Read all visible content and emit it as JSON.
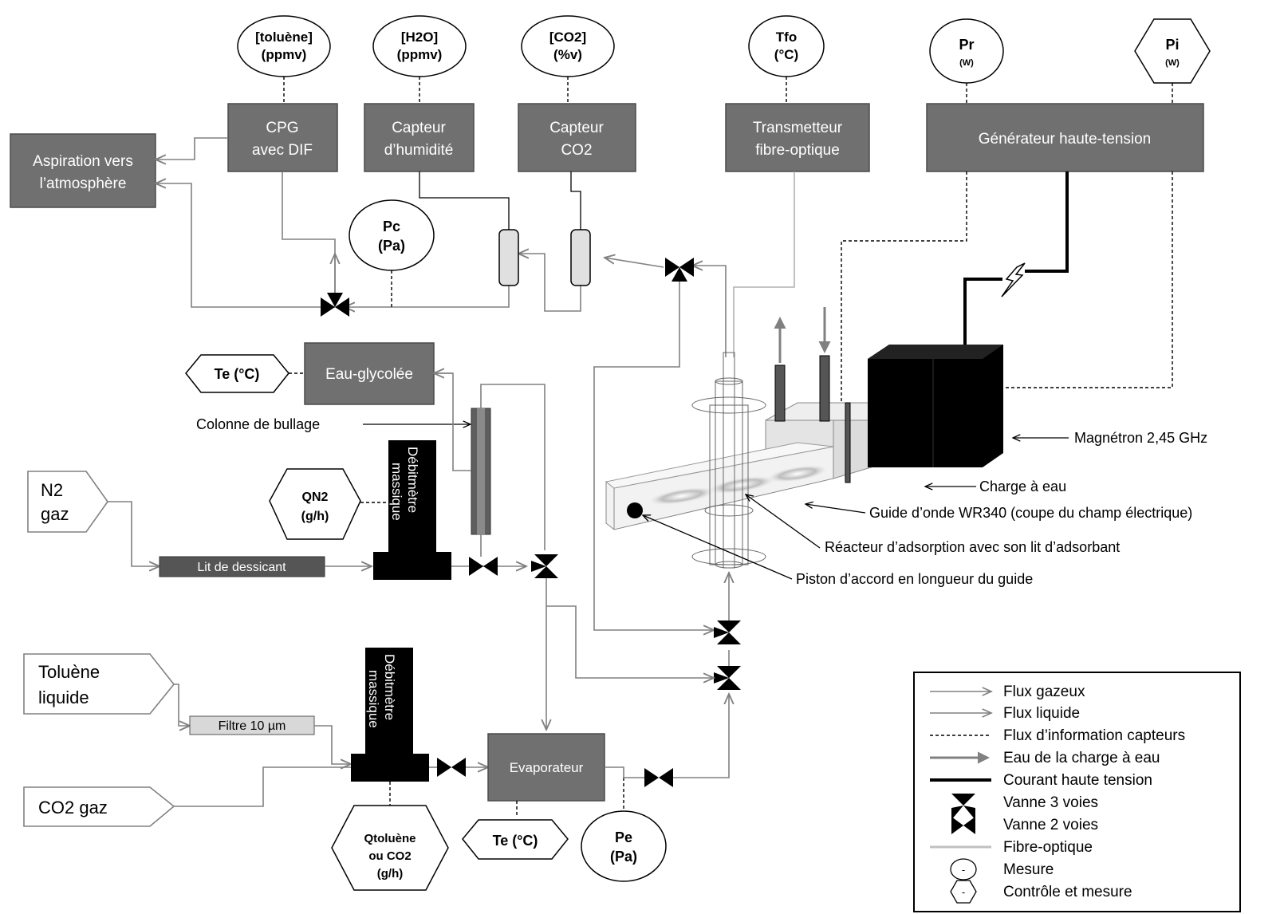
{
  "measures": {
    "toluene": "[toluène]",
    "toluene_unit": "(ppmv)",
    "h2o": "[H2O]",
    "h2o_unit": "(ppmv)",
    "co2": "[CO2]",
    "co2_unit": "(%v)",
    "tfo": "Tfo",
    "tfo_unit": "(°C)",
    "pr": "Pr",
    "pr_unit": "(W)",
    "pi": "Pi",
    "pi_unit": "(W)",
    "pc": "Pc",
    "pc_unit": "(Pa)",
    "te_top": "Te (°C)",
    "qn2": "QN2",
    "qn2_unit": "(g/h)",
    "qtol_1": "Qtoluène",
    "qtol_2": "ou CO2",
    "qtol_3": "(g/h)",
    "te_bottom": "Te (°C)",
    "pe": "Pe",
    "pe_unit": "(Pa)"
  },
  "boxes": {
    "cpg_1": "CPG",
    "cpg_2": "avec DIF",
    "hum_1": "Capteur",
    "hum_2": "d’humidité",
    "co2_1": "Capteur",
    "co2_2": "CO2",
    "trans_1": "Transmetteur",
    "trans_2": "fibre-optique",
    "gen": "Générateur haute-tension",
    "asp_1": "Aspiration vers",
    "asp_2": "l’atmosphère",
    "glycol": "Eau-glycolée",
    "evap": "Evaporateur",
    "deb_1": "Débitmètre",
    "deb_2": "massique",
    "desiccant": "Lit de dessicant",
    "filter": "Filtre 10 µm"
  },
  "inputs": {
    "n2_1": "N2",
    "n2_2": "gaz",
    "tol_1": "Toluène",
    "tol_2": "liquide",
    "co2gas": "CO2 gaz"
  },
  "annotations": {
    "colonne": "Colonne de bullage",
    "magnetron": "Magnétron 2,45 GHz",
    "charge": "Charge à eau",
    "guide": "Guide d’onde WR340 (coupe du champ électrique)",
    "reacteur": "Réacteur d’adsorption avec son lit d’adsorbant",
    "piston": "Piston d’accord en longueur du guide"
  },
  "legend": {
    "items": [
      "Flux gazeux",
      "Flux liquide",
      "Flux d’information capteurs",
      "Eau de la charge à eau",
      "Courant haute tension",
      "Vanne 3 voies",
      "Vanne 2 voies",
      "Fibre-optique",
      "Mesure",
      "Contrôle et mesure"
    ],
    "symbol_text": "-"
  },
  "colors": {
    "box_fill": "#707070",
    "flow_line": "#808080",
    "black": "#000000"
  }
}
